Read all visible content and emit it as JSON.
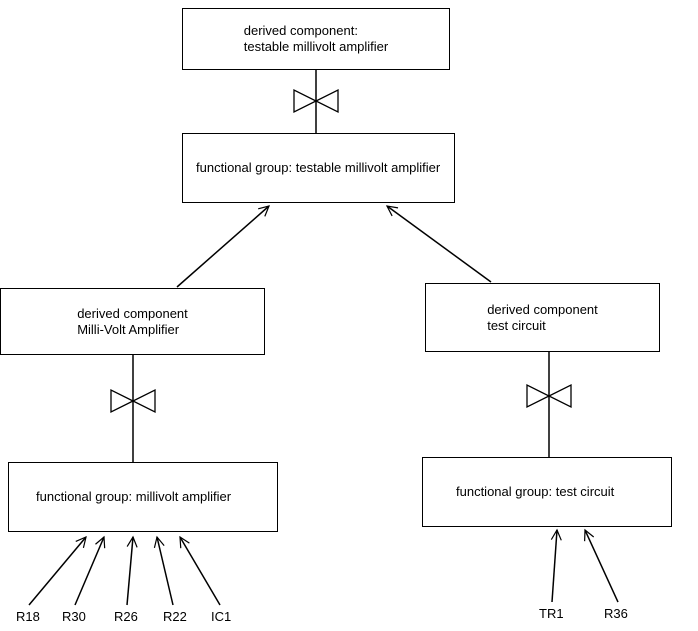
{
  "diagram": {
    "nodes": {
      "top_derived": {
        "line1": "derived component:",
        "line2": "testable millivolt amplifier"
      },
      "top_functional": {
        "label": "functional group: testable millivolt amplifier"
      },
      "left_derived": {
        "line1": "derived component",
        "line2": "Milli-Volt Amplifier"
      },
      "left_functional": {
        "label": "functional group: millivolt amplifier"
      },
      "right_derived": {
        "line1": "derived component",
        "line2": "test circuit"
      },
      "right_functional": {
        "label": "functional group: test circuit"
      }
    },
    "leaf_labels": {
      "left": [
        "R18",
        "R30",
        "R26",
        "R22",
        "IC1"
      ],
      "right": [
        "TR1",
        "R36"
      ]
    },
    "colors": {
      "stroke": "#000000",
      "background": "#ffffff"
    }
  }
}
